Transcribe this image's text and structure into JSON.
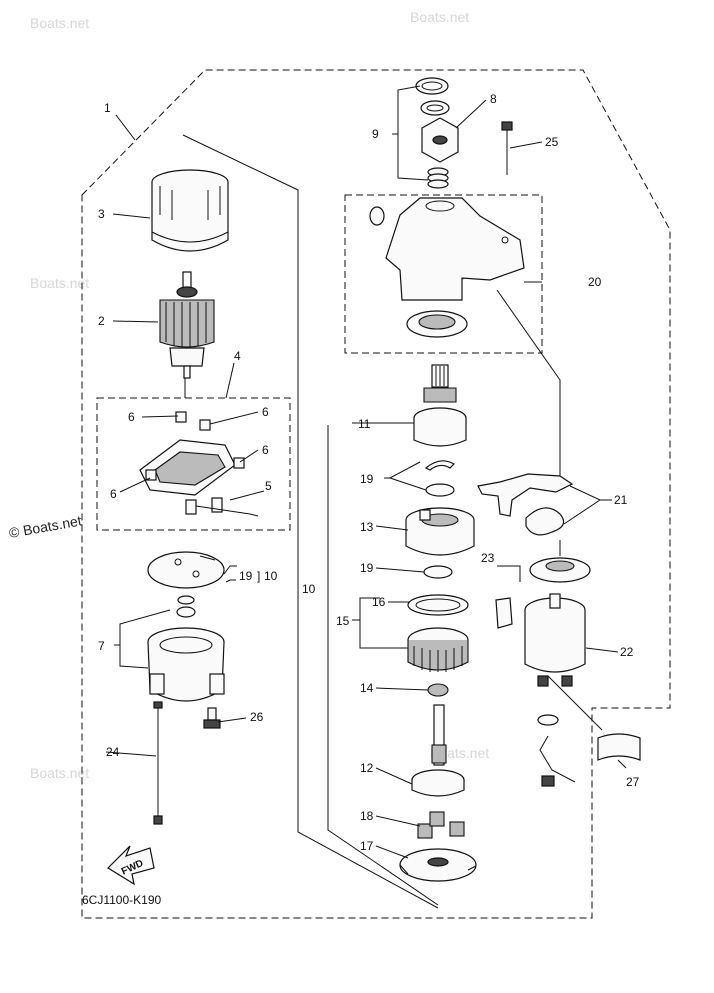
{
  "watermark": {
    "text": "Boats.net",
    "primary": "© Boats.net"
  },
  "diagram_code": "6CJ1100-K190",
  "fwd_arrow": "FWD",
  "labels": {
    "l1": "1",
    "l2": "2",
    "l3": "3",
    "l4": "4",
    "l5": "5",
    "l6a": "6",
    "l6b": "6",
    "l6c": "6",
    "l6d": "6",
    "l7": "7",
    "l8": "8",
    "l9": "9",
    "l10a": "10",
    "l10b": "10",
    "l11": "11",
    "l12": "12",
    "l13": "13",
    "l14": "14",
    "l15": "15",
    "l16": "16",
    "l17": "17",
    "l18": "18",
    "l19a": "19",
    "l19b": "19",
    "l19c": "19",
    "l20": "20",
    "l21": "21",
    "l22": "22",
    "l23": "23",
    "l24": "24",
    "l25": "25",
    "l26": "26",
    "l27": "27"
  },
  "colors": {
    "ink": "#111111",
    "watermark": "#d7d7d7"
  }
}
